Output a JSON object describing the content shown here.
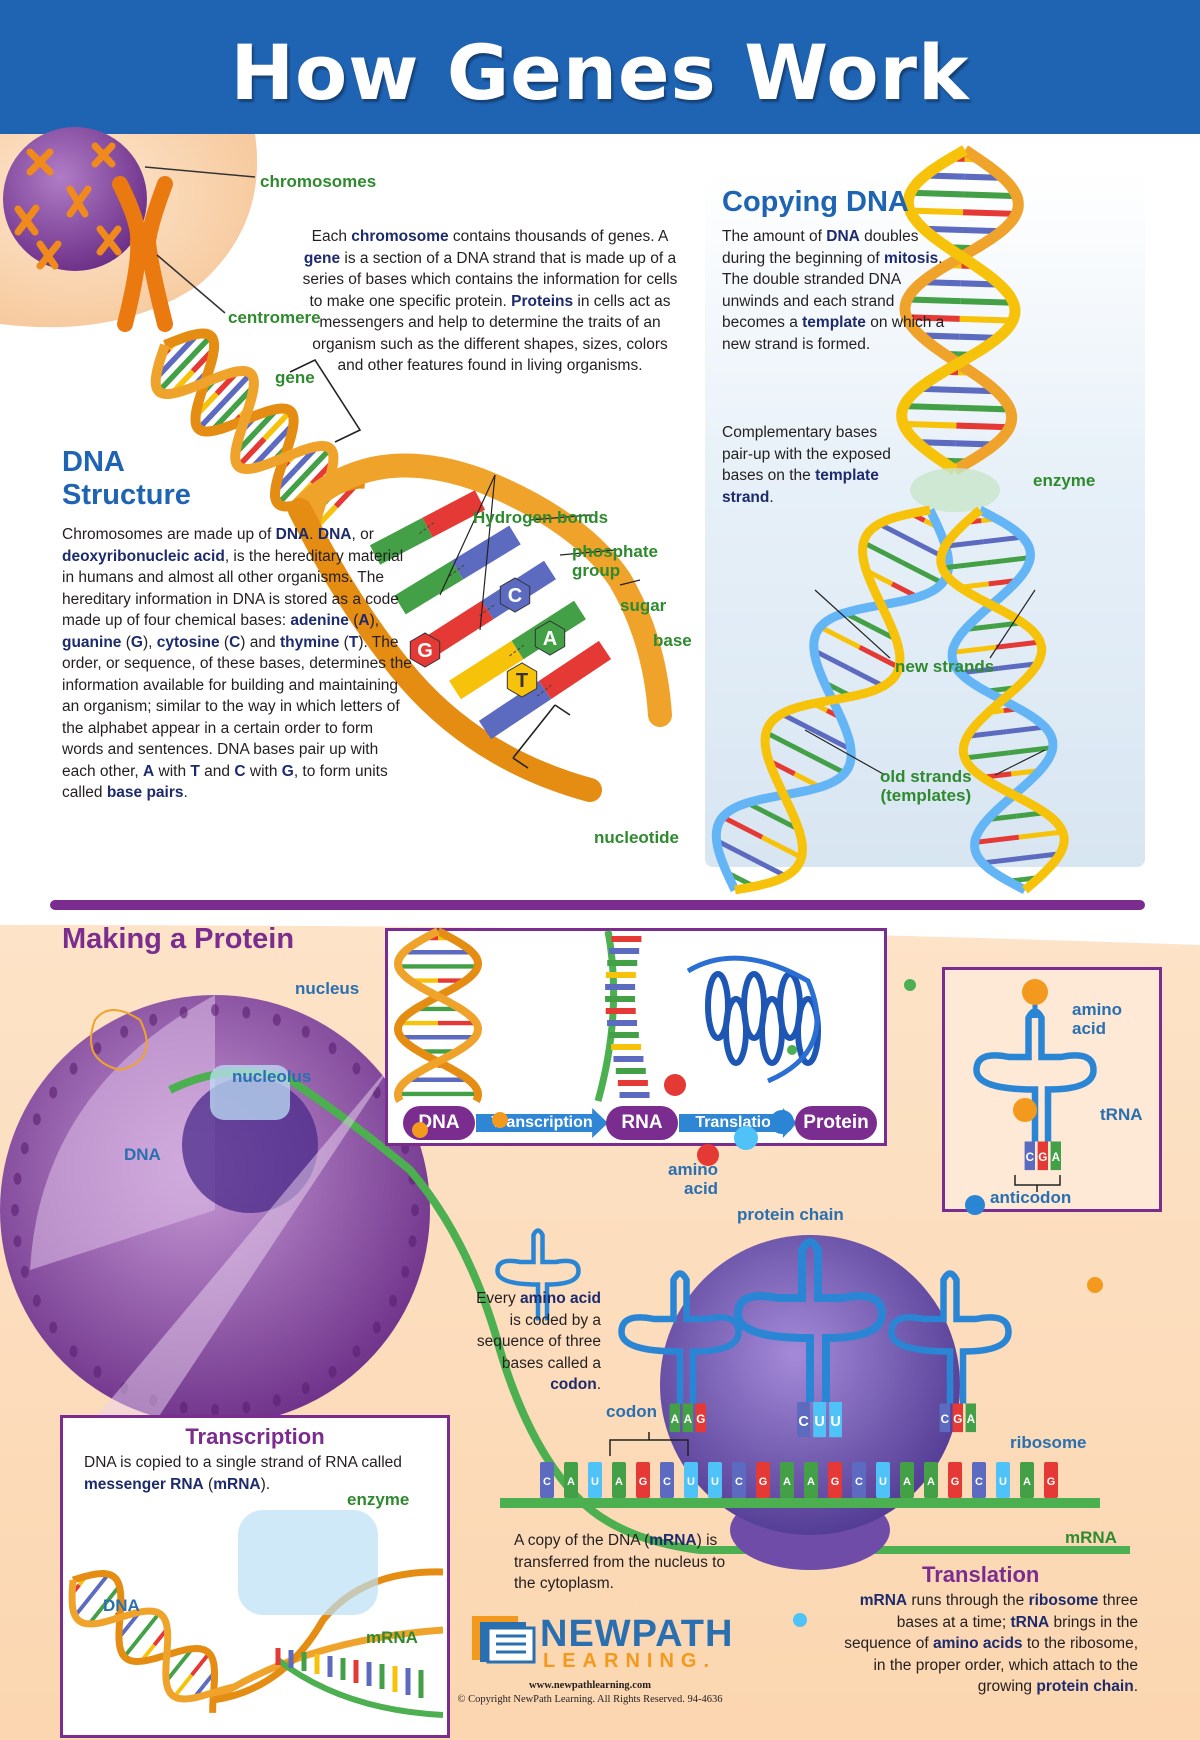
{
  "title": "How Genes Work",
  "labels": {
    "chromosomes": "chromosomes",
    "centromere": "centromere",
    "gene": "gene",
    "hydrogen_bonds": "Hydrogen bonds",
    "phosphate_group": "phosphate\ngroup",
    "sugar": "sugar",
    "base": "base",
    "nucleotide": "nucleotide",
    "enzyme": "enzyme",
    "new_strands": "new strands",
    "old_strands": "old strands\n(templates)",
    "nucleus": "nucleus",
    "nucleolus": "nucleolus",
    "dna": "DNA",
    "amino_acid": "amino\nacid",
    "amino_acid_box": "amino\nacid",
    "trna": "tRNA",
    "anticodon": "anticodon",
    "protein_chain": "protein chain",
    "codon": "codon",
    "ribosome": "ribosome",
    "mrna": "mRNA",
    "trans_enzyme": "enzyme",
    "trans_dna": "DNA",
    "trans_mrna": "mRNA"
  },
  "bases_dna": [
    "G",
    "C",
    "A",
    "T"
  ],
  "anticodon_bases": [
    "C",
    "G",
    "A"
  ],
  "codon_sequence": [
    "C",
    "A",
    "U",
    "A",
    "G",
    "C",
    "U",
    "U",
    "C",
    "G",
    "A",
    "A",
    "G",
    "C",
    "U",
    "A",
    "A",
    "G",
    "C",
    "U",
    "A",
    "G"
  ],
  "ribosome_site_bases": [
    "C",
    "U",
    "U"
  ],
  "left_trna_bases": [
    "A",
    "A",
    "G"
  ],
  "right_trna_bases": [
    "C",
    "G",
    "A"
  ],
  "intro": {
    "text": "Each <b>chromosome</b> contains thousands of genes. A <b>gene</b> is a section of a DNA strand that is made up of a series of bases which contains the information for cells to make one specific protein. <b>Proteins</b> in cells act as messengers and help to determine the traits of an organism such as the different shapes, sizes, colors and other features found in living organisms."
  },
  "dna_structure": {
    "heading": "DNA\nStructure",
    "text": "Chromosomes are made up of <b>DNA</b>. <b>DNA</b>, or <b>deoxyribonucleic acid</b>, is the hereditary material in humans and almost all other organisms. The hereditary information in DNA is stored as a code made up of four chemical bases: <b>adenine</b> (<b>A</b>), <b>guanine</b> (<b>G</b>), <b>cytosine</b> (<b>C</b>) and <b>thymine</b> (<b>T</b>). The order, or sequence, of these bases, determines the information available for building and maintaining an organism; similar to the way in which letters of the alphabet appear in a certain order to form words and sentences. DNA bases pair up with each other, <b>A</b> with <b>T</b> and <b>C</b> with <b>G</b>, to form units called <b>base pairs</b>."
  },
  "copying_dna": {
    "heading": "Copying DNA",
    "text1": "The amount of <b>DNA</b> doubles during the beginning of <b>mitosis</b>. The double stranded DNA unwinds and each strand becomes a <b>template</b> on which a new strand is formed.",
    "text2": "Complementary bases pair-up with the exposed bases on the <b>template strand</b>."
  },
  "making_protein": {
    "heading": "Making a Protein",
    "flow": {
      "dna": "DNA",
      "transcription": "Transcription",
      "rna": "RNA",
      "translation": "Translation",
      "protein": "Protein"
    }
  },
  "codon_text": "Every <b>amino acid</b> is coded by a sequence of three bases called a <b>codon</b>.",
  "transcription": {
    "heading": "Transcription",
    "text": "DNA is copied to a single strand of RNA called <b>messenger RNA</b> (<b>mRNA</b>)."
  },
  "copy_text": "A copy of the DNA (<b>mRNA</b>) is transferred from the nucleus to the cytoplasm.",
  "translation": {
    "heading": "Translation",
    "text": "<b>mRNA</b> runs through the <b>ribosome</b> three bases at a time; <b>tRNA</b> brings in the sequence of <b>amino acids</b> to the ribosome, in the proper order, which attach to the growing <b>protein chain</b>."
  },
  "logo": {
    "name": "NEWPATH",
    "sub": "LEARNING."
  },
  "footer": {
    "url": "www.newpathlearning.com",
    "copyright": "© Copyright NewPath Learning. All Rights Reserved. 94-4636"
  },
  "colors": {
    "title_bar": "#1f63b3",
    "purple": "#7b2c8f",
    "label_green": "#2f8a2f",
    "base_A": "#43a047",
    "base_T": "#f6c20a",
    "base_G": "#e53935",
    "base_C": "#5c6bc0"
  }
}
